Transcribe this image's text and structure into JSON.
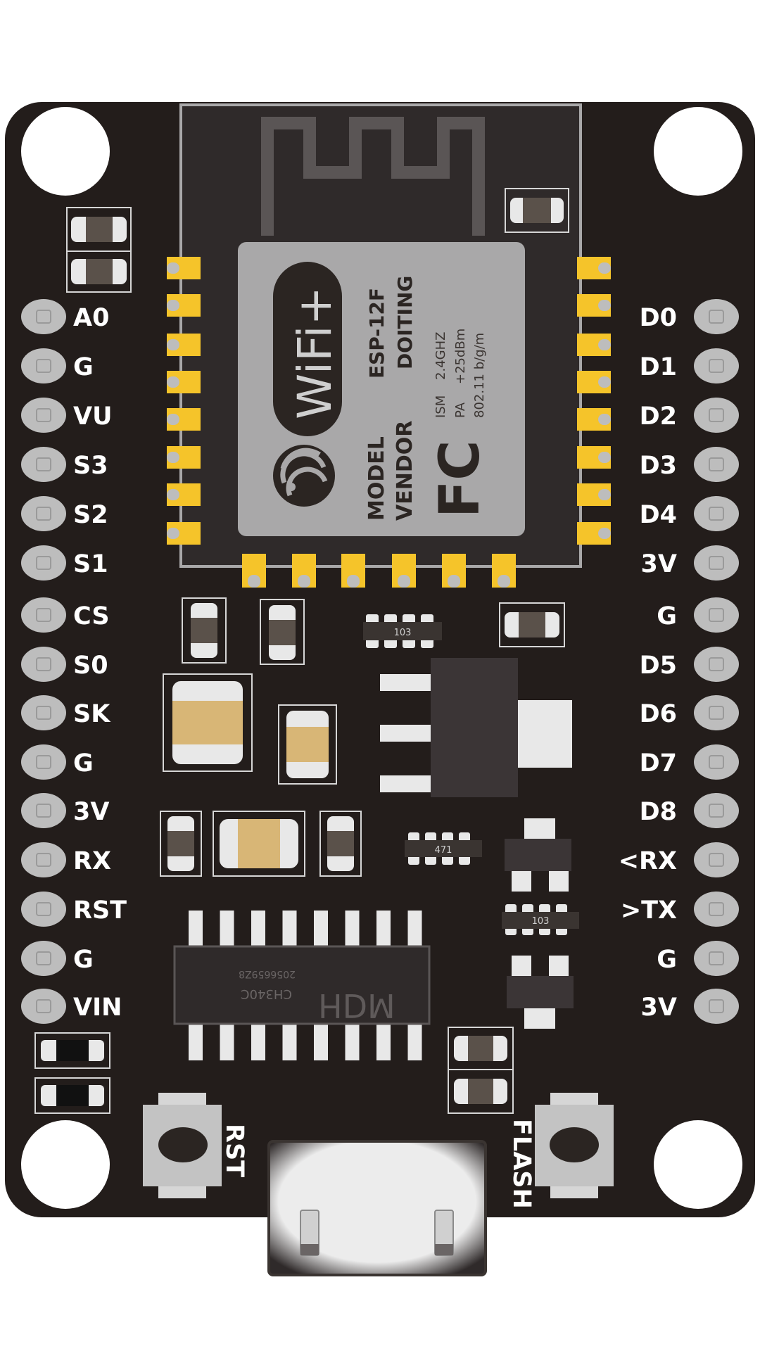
{
  "board": {
    "left_pins": [
      "A0",
      "G",
      "VU",
      "S3",
      "S2",
      "S1",
      "CS",
      "S0",
      "SK",
      "G",
      "3V",
      "RX",
      "RST",
      "G",
      "VIN"
    ],
    "right_pins": [
      "D0",
      "D1",
      "D2",
      "D3",
      "D4",
      "3V",
      "G",
      "D5",
      "D6",
      "D7",
      "D8",
      "<RX",
      ">TX",
      "G",
      "3V"
    ]
  },
  "module": {
    "brand": "WiFi+",
    "model": "ESP-12F",
    "vendor": "DOITING",
    "model_label": "MODEL",
    "vendor_label": "VENDOR",
    "ism_label": "ISM",
    "ism_value": "2.4GHZ",
    "pa_label": "PA",
    "pa_value": "+25dBm",
    "standard": "802.11 b/g/m",
    "fc_mark": "FC"
  },
  "usb_chip": {
    "brand": "HDM",
    "part": "CH340C",
    "serial": "2056659Z8"
  },
  "resistor_codes": {
    "r1": "103",
    "r2": "471",
    "r3": "103"
  },
  "buttons": {
    "reset": "RST",
    "flash": "FLASH"
  },
  "colors": {
    "pcb": "#231d1b",
    "module": "#2f2a2a",
    "shield": "#a9a8a9",
    "gold": "#f5c42a",
    "pad": "#bdbdbd"
  }
}
